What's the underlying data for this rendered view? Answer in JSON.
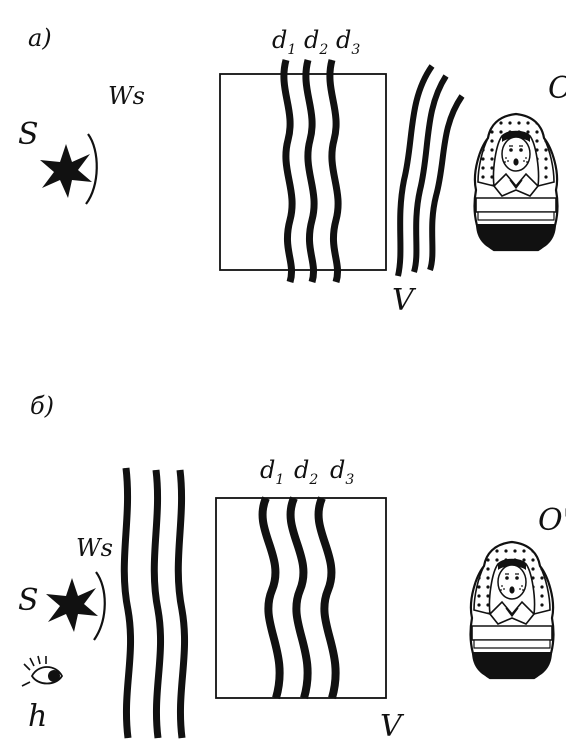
{
  "panel_a": {
    "label": "а)",
    "source_label": "S",
    "wave_label": "Ws",
    "layers": [
      {
        "letter": "d",
        "index": "1"
      },
      {
        "letter": "d",
        "index": "2"
      },
      {
        "letter": "d",
        "index": "3"
      }
    ],
    "volume_label": "V",
    "object_label": "O"
  },
  "panel_b": {
    "label": "б)",
    "source_label": "S",
    "wave_label": "Ws",
    "layers": [
      {
        "letter": "d",
        "index": "1"
      },
      {
        "letter": "d",
        "index": "2"
      },
      {
        "letter": "d",
        "index": "3"
      }
    ],
    "volume_label": "V",
    "object_label": "O'",
    "eye_label": "h"
  },
  "icons": {
    "source": "star-burst-icon",
    "object": "matryoshka-doll-icon",
    "eye": "eye-icon"
  }
}
